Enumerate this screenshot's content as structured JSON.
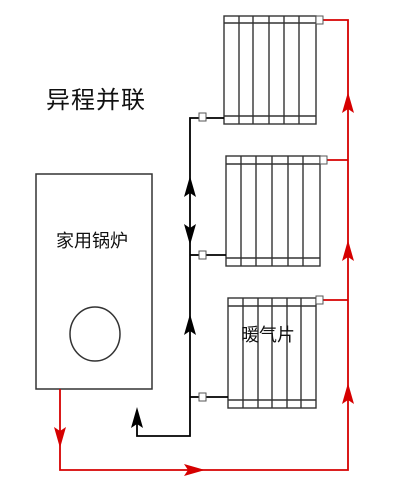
{
  "title": "异程并联",
  "boiler": {
    "label": "家用锅炉"
  },
  "radiator": {
    "label": "暖气片"
  },
  "colors": {
    "supply_pipe": "#000000",
    "return_pipe": "#d60000",
    "outline": "#333333",
    "background": "#ffffff"
  }
}
